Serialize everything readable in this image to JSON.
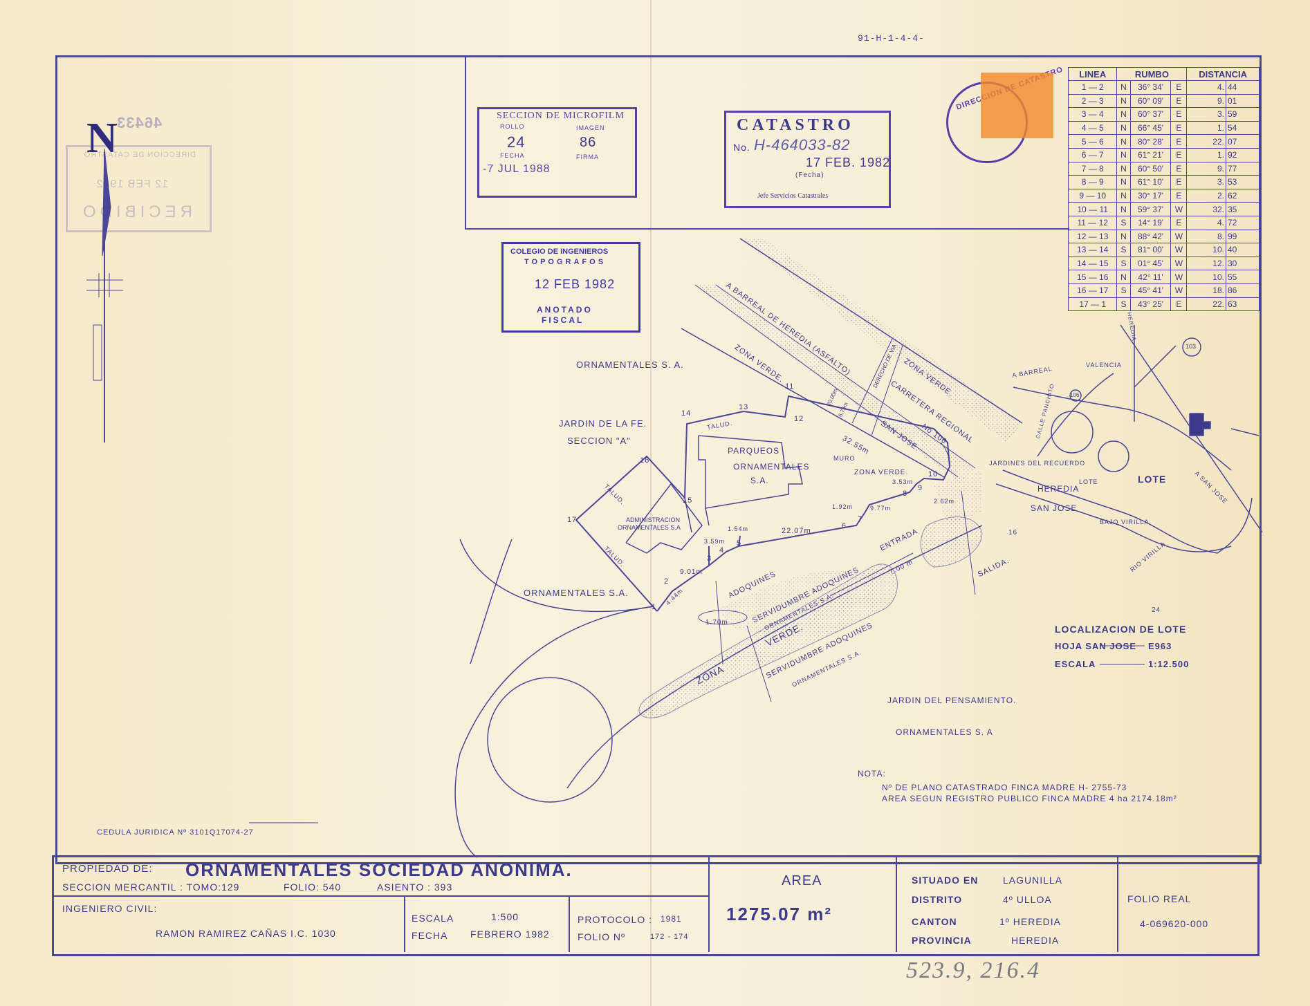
{
  "top_ref": "91-H-1-4-4-",
  "bottom_handwritten": "523.9, 216.4",
  "north_label": "N",
  "rumbo_table": {
    "headers": [
      "LINEA",
      "RUMBO",
      "DISTANCIA"
    ],
    "rows": [
      [
        "1 — 2",
        "N",
        "36° 34'",
        "E",
        "4.",
        "44"
      ],
      [
        "2 — 3",
        "N",
        "60° 09'",
        "E",
        "9.",
        "01"
      ],
      [
        "3 — 4",
        "N",
        "60° 37'",
        "E",
        "3.",
        "59"
      ],
      [
        "4 — 5",
        "N",
        "66° 45'",
        "E",
        "1.",
        "54"
      ],
      [
        "5 — 6",
        "N",
        "80° 28'",
        "E",
        "22.",
        "07"
      ],
      [
        "6 — 7",
        "N",
        "61° 21'",
        "E",
        "1.",
        "92"
      ],
      [
        "7 — 8",
        "N",
        "60° 50'",
        "E",
        "9.",
        "77"
      ],
      [
        "8 — 9",
        "N",
        "61° 10'",
        "E",
        "3.",
        "53"
      ],
      [
        "9 — 10",
        "N",
        "30° 17'",
        "E",
        "2.",
        "62"
      ],
      [
        "10 — 11",
        "N",
        "59° 37'",
        "W",
        "32.",
        "35"
      ],
      [
        "11 — 12",
        "S",
        "14° 19'",
        "E",
        "4.",
        "72"
      ],
      [
        "12 — 13",
        "N",
        "88° 42'",
        "W",
        "8.",
        "99"
      ],
      [
        "13 — 14",
        "S",
        "81° 00'",
        "W",
        "10.",
        "40"
      ],
      [
        "14 — 15",
        "S",
        "01° 45'",
        "W",
        "12.",
        "30"
      ],
      [
        "15 — 16",
        "N",
        "42° 11'",
        "W",
        "10.",
        "55"
      ],
      [
        "16 — 17",
        "S",
        "45° 41'",
        "W",
        "18.",
        "86"
      ],
      [
        "17 — 1",
        "S",
        "43° 25'",
        "E",
        "22.",
        "63"
      ]
    ]
  },
  "stamps": {
    "microfilm": {
      "title": "SECCION DE MICROFILM",
      "rollo_label": "ROLLO",
      "rollo": "24",
      "imagen_label": "IMAGEN",
      "imagen": "86",
      "fecha_label": "FECHA",
      "fecha": "-7 JUL 1988",
      "firma_label": "FIRMA"
    },
    "catastro": {
      "title": "CATASTRO",
      "no_label": "No.",
      "no": "H-464033-82",
      "date": "17 FEB. 1982",
      "fecha_label": "(Fecha)",
      "jefe": "Jefe Servicios Catastrales"
    },
    "colegio": {
      "line1": "COLEGIO DE INGENIEROS",
      "line2": "TOPOGRAFOS",
      "date": "12 FEB 1982",
      "line3": "ANOTADO",
      "line4": "FISCAL"
    },
    "recibido": {
      "line1": "DIRECCION DE CATASTRO",
      "date": "12 FEB 1982",
      "line2": "RECIBIDO"
    },
    "direccion_circle": "DIRECCION DE CATASTRO",
    "stamp_number": "46433"
  },
  "map_labels": {
    "ornamentales_nw": "ORNAMENTALES   S. A.",
    "jardin_fe": "JARDIN  DE  LA  FE.",
    "seccion_a": "SECCION \"A\"",
    "parqueos": "PARQUEOS",
    "parqueos2": "ORNAMENTALES",
    "parqueos3": "S.A.",
    "admin1": "ADMINISTRACION",
    "admin2": "ORNAMENTALES  S.A",
    "talud": "TALUD.",
    "zona_verde": "ZONA  VERDE.",
    "muro": "MURO",
    "adoquines": "ADOQUINES",
    "entrada": "ENTRADA",
    "salida": "SALIDA.",
    "servidumbre1": "SERVIDUMBRE  ADOQUINES",
    "servidumbre_sub": "ORNAMENTALES  S.A.",
    "barreal": "A BARREAL  DE  HEREDIA (ASFALTO)",
    "carretera": "CARRETERA  REGIONAL",
    "carretera_no": "No 106",
    "san_jose": "SAN  JOSE.",
    "derecho_via": "DERECHO DE VIA",
    "ornamentales_w": "ORNAMENTALES  S.A.",
    "jardin_pensamiento": "JARDIN  DEL  PENSAMIENTO.",
    "ornamentales_se": "ORNAMENTALES   S. A",
    "zona": "ZONA",
    "verde": "VERDE.",
    "d_32_55": "32.55m",
    "d_22_07": "22.07m",
    "d_9_01": "9.01m",
    "d_4_44": "4.44m",
    "d_3_59": "3.59m",
    "d_1_54": "1.54m",
    "d_1_92": "1.92m",
    "d_9_77": "9.77m",
    "d_3_53": "3.53m",
    "d_2_62": "2.62m",
    "d_1_70": "1.70m",
    "d_7_00": "7.00 m",
    "d_20_00": "20.00m",
    "d_6_75": "6.75m",
    "pts": [
      "1",
      "2",
      "3",
      "4",
      "5",
      "6",
      "7",
      "8",
      "9",
      "10",
      "11",
      "12",
      "13",
      "14",
      "15",
      "16",
      "17"
    ]
  },
  "location": {
    "title": "LOCALIZACION  DE  LOTE",
    "hoja": "HOJA  SAN  JOSE",
    "hoja_val": "E963",
    "escala": "ESCALA",
    "escala_val": "1:12.500",
    "lote": "LOTE",
    "heredia": "HEREDIA",
    "san_jose": "SAN  JOSE",
    "a_barreal": "A BARREAL",
    "valencia": "VALENCIA",
    "jardines_recuerdo": "JARDINES DEL RECUERDO",
    "bajo_virilla": "BAJO VIRILLA",
    "rio_virilla": "RIO VIRILLA",
    "a_san_jose": "A SAN JOSE",
    "calle_pancho": "CALLE PANCHITO",
    "heredia_v": "HEREDIA",
    "lote_small": "LOTE",
    "r103": "103",
    "r106": "106",
    "n24": "24",
    "n16": "16"
  },
  "nota": {
    "label": "NOTA:",
    "line1": "Nº  DE  PLANO  CATASTRADO  FINCA  MADRE   H- 2755-73",
    "line2": "AREA  SEGUN  REGISTRO   PUBLICO  FINCA  MADRE   4 ha  2174.18m²"
  },
  "cedula": "CEDULA  JURIDICA  Nº  3101Q17074-27",
  "titleblock": {
    "propiedad_label": "PROPIEDAD  DE:",
    "propiedad": "ORNAMENTALES  SOCIEDAD  ANONIMA.",
    "seccion": "SECCION MERCANTIL : TOMO:129",
    "folio": "FOLIO: 540",
    "asiento": "ASIENTO : 393",
    "ingeniero_label": "INGENIERO  CIVIL:",
    "ingeniero": "RAMON  RAMIREZ  CAÑAS   I.C. 1030",
    "escala_label": "ESCALA",
    "escala": "1:500",
    "fecha_label": "FECHA",
    "fecha": "FEBRERO  1982",
    "protocolo_label": "PROTOCOLO :",
    "protocolo": "1981",
    "folio_n_label": "FOLIO  Nº",
    "folio_n": "172 - 174",
    "area_label": "AREA",
    "area": "1275.07 m²",
    "situado_label": "SITUADO  EN",
    "situado": "LAGUNILLA",
    "distrito_label": "DISTRITO",
    "distrito": "4º  ULLOA",
    "canton_label": "CANTON",
    "canton": "1º  HEREDIA",
    "provincia_label": "PROVINCIA",
    "provincia": "HEREDIA",
    "folio_real_label": "FOLIO  REAL",
    "folio_real": "4-069620-000"
  },
  "colors": {
    "ink": "#3d3a8c",
    "stamp_purple": "#5a3fa8",
    "paper": "#f7efd6",
    "stamp_orange": "#f08a2a"
  }
}
